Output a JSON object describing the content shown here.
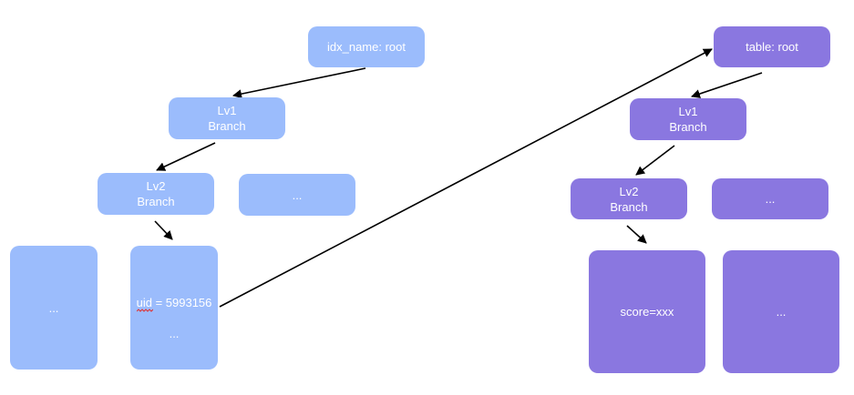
{
  "left_index": {
    "root_label": "idx_name: root",
    "lv1": {
      "line1": "Lv1",
      "line2": "Branch"
    },
    "lv2": {
      "line1": "Lv2",
      "line2": "Branch"
    },
    "lv2_sibling": "...",
    "leaf_other": "...",
    "leaf_key": "uid",
    "leaf_value": " = 5993156",
    "leaf_more": "..."
  },
  "right_table": {
    "root_label": "table: root",
    "lv1": {
      "line1": "Lv1",
      "line2": "Branch"
    },
    "lv2": {
      "line1": "Lv2",
      "line2": "Branch"
    },
    "lv2_sibling": "...",
    "leaf_record": "score=xxx",
    "leaf_other": "..."
  },
  "colors": {
    "index_node": "#9bbcfc",
    "table_node": "#8a77e0",
    "arrow": "#000000",
    "text": "#ffffff"
  }
}
